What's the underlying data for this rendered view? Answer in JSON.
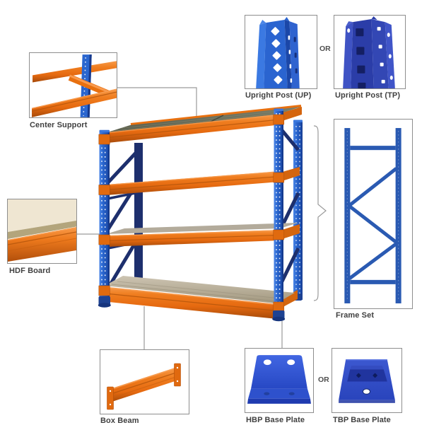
{
  "diagram": {
    "type": "exploded-parts-diagram",
    "subject": "Long-span shelving rack components",
    "callouts": {
      "center_support": {
        "label": "Center Support"
      },
      "hdf_board": {
        "label": "HDF Board"
      },
      "box_beam": {
        "label": "Box Beam"
      },
      "upright_post_up": {
        "label": "Upright Post (UP)"
      },
      "upright_post_tp": {
        "label": "Upright Post (TP)"
      },
      "frame_set": {
        "label": "Frame Set"
      },
      "hbp_base_plate": {
        "label": "HBP Base Plate"
      },
      "tbp_base_plate": {
        "label": "TBP Base Plate"
      }
    },
    "connectors": {
      "or_top": "OR",
      "or_bottom": "OR"
    },
    "colors": {
      "beam_orange": "#ed7017",
      "beam_orange_dark": "#c2560e",
      "post_blue": "#2a6ad1",
      "post_navy": "#1d2f6d",
      "frame_blue": "#2a5ab2",
      "plate_blue": "#2f55cf",
      "board_tan": "#b9af9d",
      "board_olive": "#6b6e5c",
      "hdf_cream": "#efe6d2",
      "box_border": "#8e8e8e",
      "leader_line_grey": "#9a9a9a",
      "label_text": "#404040"
    }
  }
}
